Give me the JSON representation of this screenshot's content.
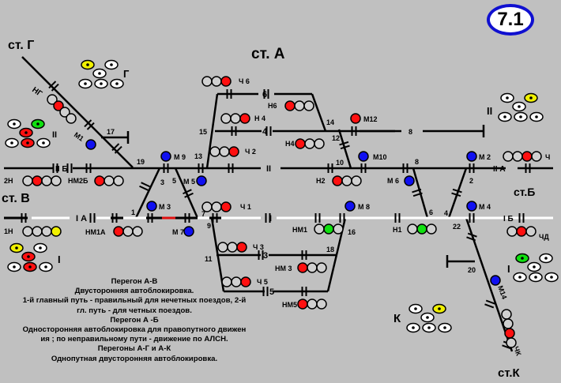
{
  "badge": "7.1",
  "colors": {
    "background": "#c0c0c0",
    "track": "#000000",
    "track_white": "#ffffff",
    "track_red": "#e01010",
    "red": "#ff1010",
    "green": "#10e010",
    "yellow": "#f0f000",
    "blue": "#1010f0",
    "lamp_off": "#d0d0d0",
    "badge_border": "#1010d0"
  },
  "stations": {
    "st_g": "ст. Г",
    "st_a": "ст. А",
    "st_v": "ст. В",
    "st_b": "ст.Б",
    "st_k": "ст.К"
  },
  "track_labels": [
    {
      "id": "6",
      "text": "6"
    },
    {
      "id": "4",
      "text": "4"
    },
    {
      "id": "II",
      "text": "II"
    },
    {
      "id": "8",
      "text": "8"
    },
    {
      "id": "IIB",
      "text": "II Б"
    },
    {
      "id": "IIA",
      "text": "II А"
    },
    {
      "id": "IA",
      "text": "I А"
    },
    {
      "id": "I",
      "text": "I"
    },
    {
      "id": "IB",
      "text": "I Б"
    },
    {
      "id": "3",
      "text": "3"
    },
    {
      "id": "5",
      "text": "5"
    },
    {
      "id": "17",
      "text": "17"
    },
    {
      "id": "20",
      "text": "20"
    }
  ],
  "switch_numbers": [
    "1",
    "3",
    "5",
    "7",
    "9",
    "11",
    "13",
    "15",
    "19",
    "14",
    "12",
    "10",
    "8",
    "2",
    "6",
    "4",
    "16",
    "18",
    "22"
  ],
  "signals": [
    {
      "name": "Ч6",
      "label": "Ч 6"
    },
    {
      "name": "Н6",
      "label": "Н6"
    },
    {
      "name": "Н4",
      "label": "Н 4"
    },
    {
      "name": "Н4b",
      "label": "Н4"
    },
    {
      "name": "Ч2",
      "label": "Ч 2"
    },
    {
      "name": "М12",
      "label": "М12"
    },
    {
      "name": "М9",
      "label": "М 9"
    },
    {
      "name": "М5",
      "label": "М 5"
    },
    {
      "name": "Н2",
      "label": "Н2"
    },
    {
      "name": "М10",
      "label": "М10"
    },
    {
      "name": "М6",
      "label": "М 6"
    },
    {
      "name": "М2",
      "label": "М 2"
    },
    {
      "name": "Ч",
      "label": "Ч"
    },
    {
      "name": "2Н",
      "label": "2Н"
    },
    {
      "name": "НМ2Б",
      "label": "НМ2Б"
    },
    {
      "name": "М3",
      "label": "М 3"
    },
    {
      "name": "М7",
      "label": "М 7"
    },
    {
      "name": "1Н",
      "label": "1Н"
    },
    {
      "name": "НМ1А",
      "label": "НМ1А"
    },
    {
      "name": "Ч1",
      "label": "Ч 1"
    },
    {
      "name": "М8",
      "label": "М 8"
    },
    {
      "name": "НМ1",
      "label": "НМ1"
    },
    {
      "name": "Н1",
      "label": "Н1"
    },
    {
      "name": "М4",
      "label": "М 4"
    },
    {
      "name": "ЧД",
      "label": "ЧД"
    },
    {
      "name": "Ч3",
      "label": "Ч 3"
    },
    {
      "name": "НМ3",
      "label": "НМ 3"
    },
    {
      "name": "Ч5",
      "label": "Ч 5"
    },
    {
      "name": "НМ5",
      "label": "НМ5"
    },
    {
      "name": "НГ",
      "label": "НГ"
    },
    {
      "name": "М1",
      "label": "М1"
    },
    {
      "name": "М14",
      "label": "М14"
    },
    {
      "name": "ЧК",
      "label": "ЧК"
    }
  ],
  "direction_panels": [
    {
      "id": "panel-g",
      "label": "Г"
    },
    {
      "id": "panel-ii-v",
      "label": "II"
    },
    {
      "id": "panel-i-v",
      "label": "I"
    },
    {
      "id": "panel-ii-b",
      "label": "II"
    },
    {
      "id": "panel-i-b",
      "label": "I"
    },
    {
      "id": "panel-k",
      "label": "К"
    }
  ],
  "notes": [
    "Перегон А-В",
    "Двусторонняя  автоблокировка.",
    "1-й главный путь - правильный для нечетных поездов, 2-й",
    "гл. путь - для четных поездов.",
    "Перегон А -Б",
    "Односторонняя автоблокировка  для правопутного  движен",
    "ия ; по  неправильному пути - движение по АЛСН.",
    "Перегоны А-Г и А-К",
    "Однопутная двусторонняя автоблокировка."
  ]
}
